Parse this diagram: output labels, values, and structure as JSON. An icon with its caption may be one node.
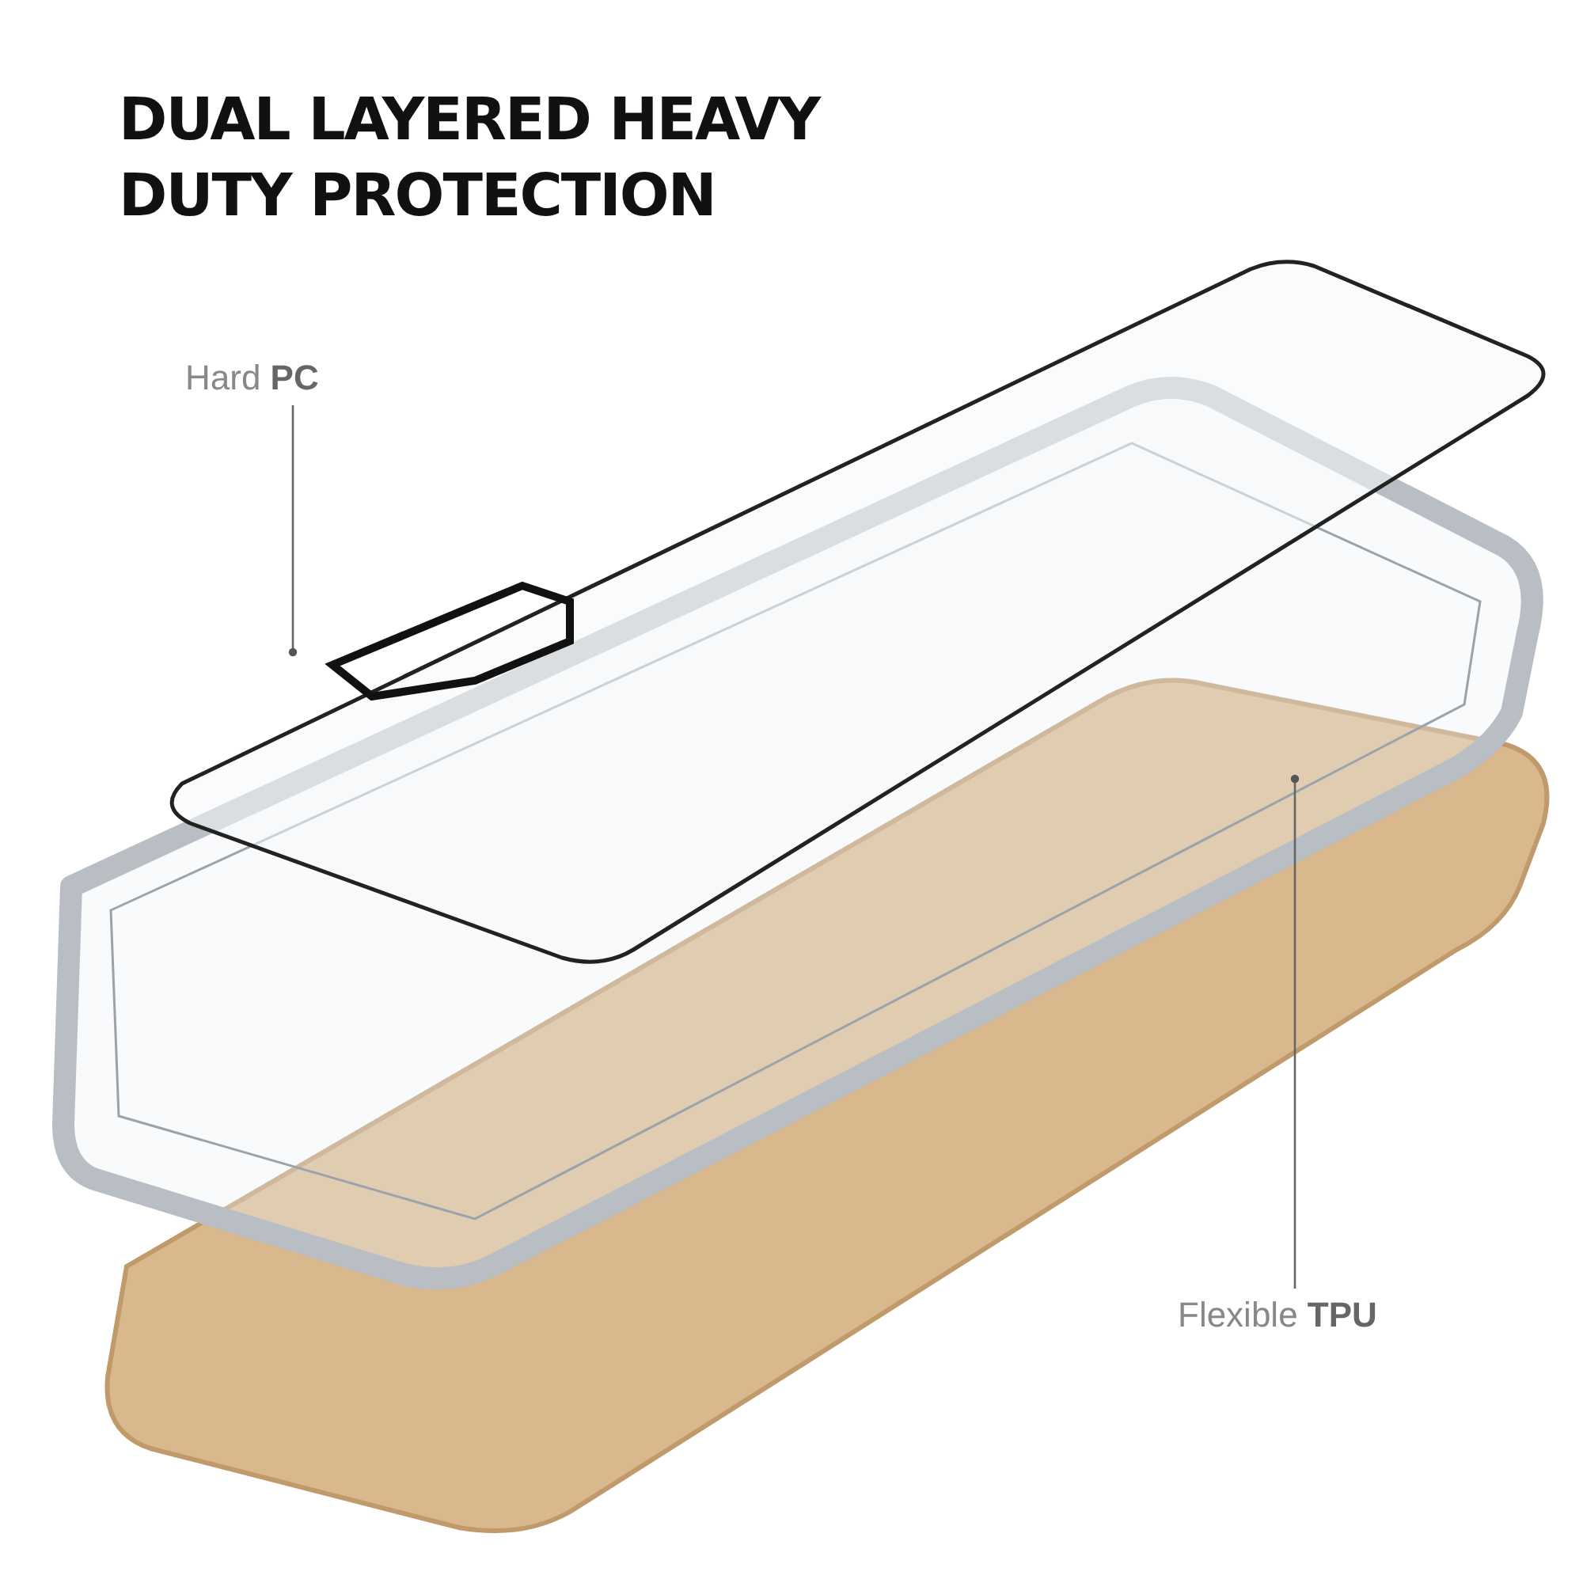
{
  "diagram": {
    "title": "DUAL LAYERED HEAVY DUTY PROTECTION",
    "nodes": [
      {
        "text": [
          "Hard **PC**"
        ]
      },
      {
        "text": [],
        "shape": "picture"
      },
      {
        "text": [
          "Flexible **TPU**"
        ]
      },
      {
        "text": [],
        "shape": "picture"
      }
    ],
    "edges": [
      {
        "from": 0,
        "to": 1,
        "arrow": "other"
      },
      {
        "from": 2,
        "to": 3,
        "arrow": "other"
      }
    ]
  }
}
